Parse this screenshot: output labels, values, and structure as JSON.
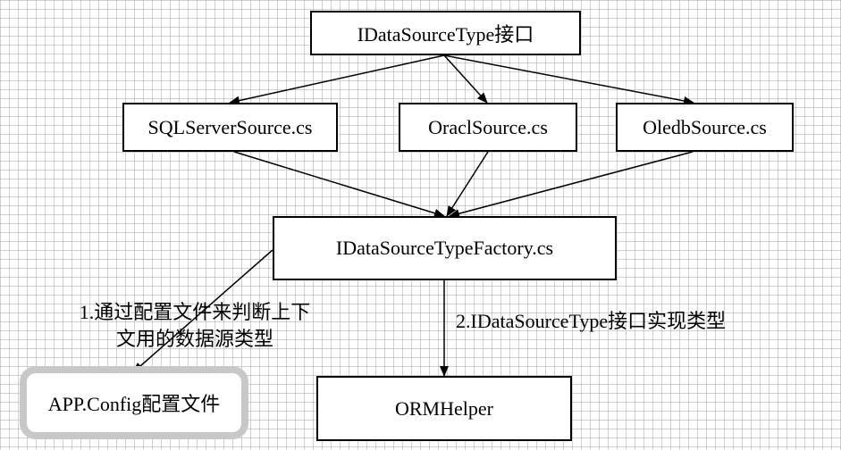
{
  "nodes": {
    "interface": "IDataSourceType接口",
    "sqlserver": "SQLServerSource.cs",
    "oracle": "OraclSource.cs",
    "oledb": "OledbSource.cs",
    "factory": "IDataSourceTypeFactory.cs",
    "app_config": "APP.Config配置文件",
    "orm_helper": "ORMHelper"
  },
  "edge_labels": {
    "config_line1": "1.通过配置文件来判断上下",
    "config_line2": "文用的数据源类型",
    "orm": "2.IDataSourceType接口实现类型"
  },
  "colors": {
    "line": "#000000",
    "rounded_border": "#c8c8c8",
    "grid": "#aaaaaa"
  }
}
